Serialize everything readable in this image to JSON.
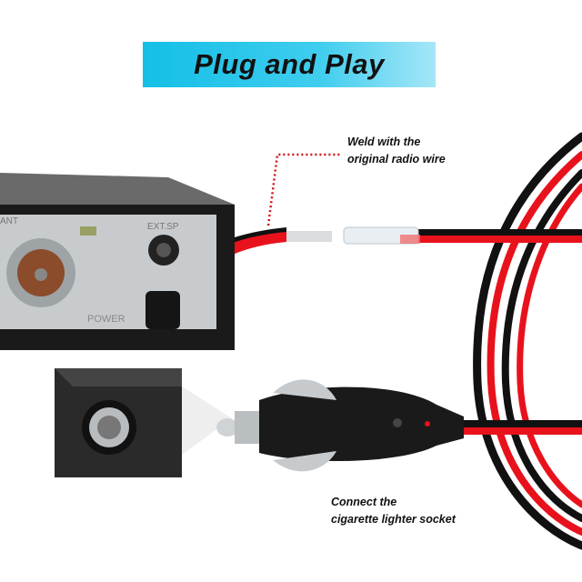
{
  "banner": {
    "title": "Plug and Play"
  },
  "callouts": [
    {
      "line1": "Weld with the",
      "line2": "original radio wire"
    },
    {
      "line1": "Connect the",
      "line2": "cigarette lighter socket"
    }
  ],
  "radio": {
    "labels": {
      "antenna": "ANT",
      "speaker": "EXT.SP",
      "power": "POWER"
    }
  },
  "colors": {
    "banner": "#14bfe6",
    "wire_red": "#e8121c",
    "wire_black": "#111111",
    "callout_dots": "#d01010"
  }
}
